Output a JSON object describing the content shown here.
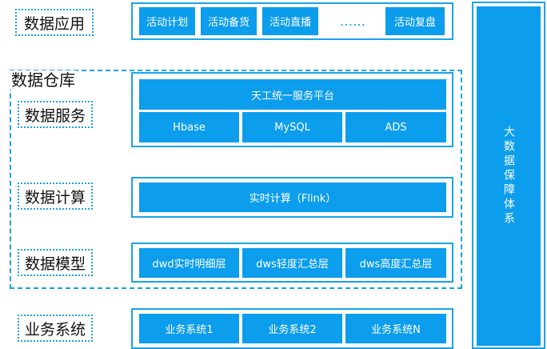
{
  "labels": {
    "app": "数据应用",
    "warehouse": "数据仓库",
    "service": "数据服务",
    "compute": "数据计算",
    "model": "数据模型",
    "business": "业务系统"
  },
  "application": {
    "items": [
      "活动计划",
      "活动备货",
      "活动直播",
      "……",
      "活动复盘"
    ]
  },
  "service": {
    "platform": "天工统一服务平台",
    "stores": [
      "Hbase",
      "MySQL",
      "ADS"
    ]
  },
  "compute": {
    "realtime": "实时计算（Flink）"
  },
  "model": {
    "layers": [
      "dwd实时明细层",
      "dws轻度汇总层",
      "dws高度汇总层"
    ]
  },
  "business": {
    "systems": [
      "业务系统1",
      "业务系统2",
      "业务系统N"
    ]
  },
  "side": {
    "title": "大数据保障体系"
  },
  "colors": {
    "accent": "#0c9ded",
    "border": "#1aa3e8"
  }
}
